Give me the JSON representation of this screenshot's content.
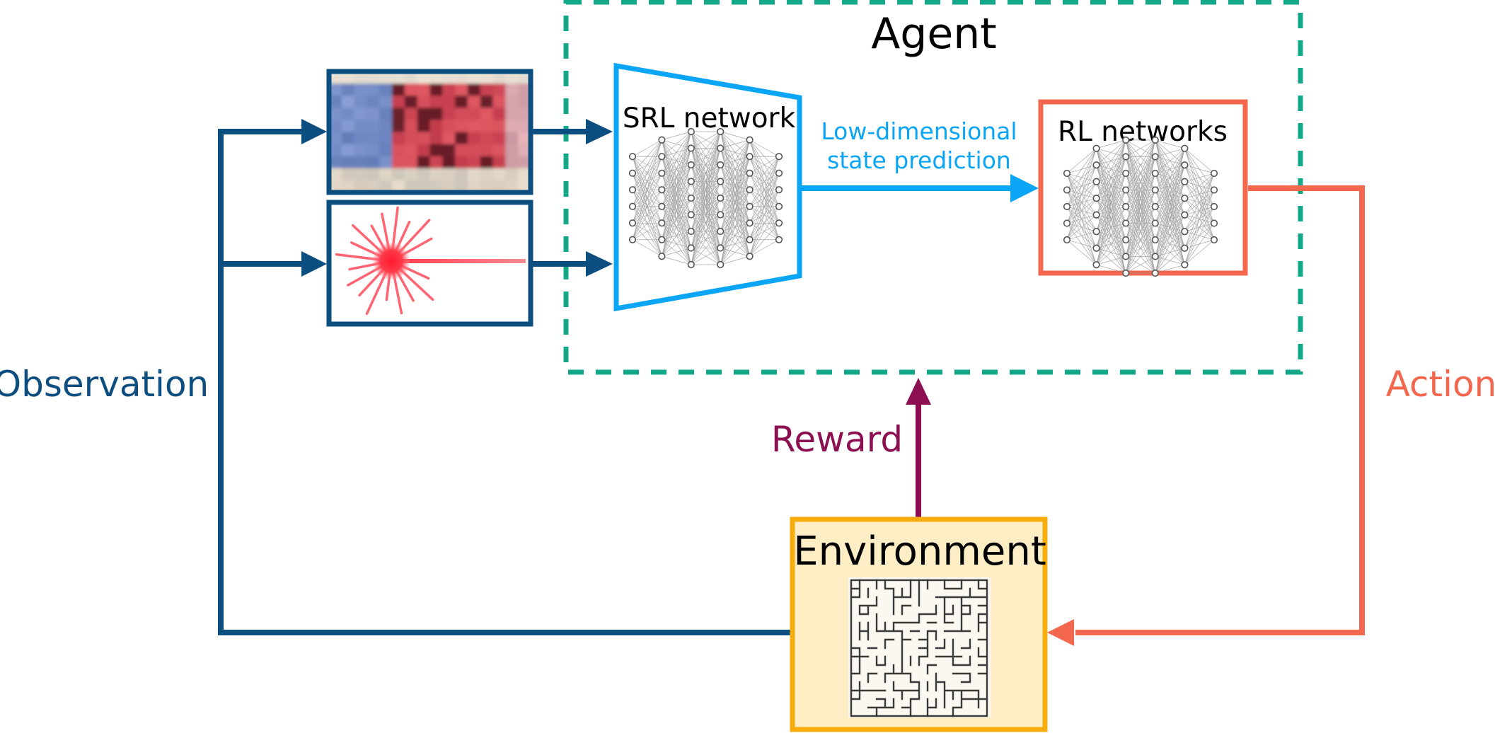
{
  "labels": {
    "agent": "Agent",
    "srl_network": "SRL network",
    "rl_networks": "RL networks",
    "state_prediction_line1": "Low-dimensional",
    "state_prediction_line2": "state prediction",
    "environment": "Environment",
    "observation": "Observation",
    "action": "Action",
    "reward": "Reward"
  },
  "colors": {
    "observation": "#0d4e80",
    "srl": "#0aa5f5",
    "rl": "#f4674f",
    "agent_border": "#13a888",
    "reward": "#8c0f52",
    "environment_fill": "#fdeec6",
    "environment_border": "#f7ad0e",
    "laser": "#f4203a"
  },
  "icons": {
    "camera_observation": "pixelated-image-icon",
    "lidar_observation": "laser-burst-icon",
    "srl_layers": "neural-network-icon",
    "rl_layers": "neural-network-icon",
    "environment": "maze-icon"
  }
}
